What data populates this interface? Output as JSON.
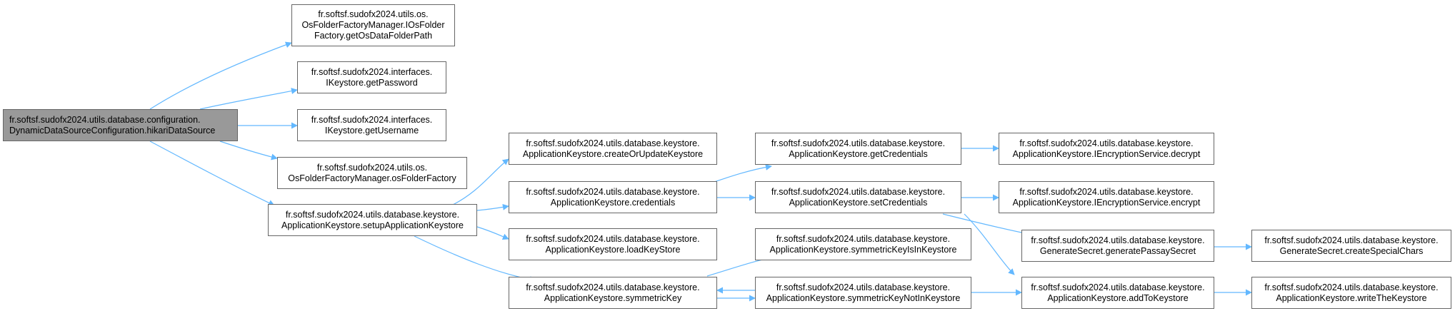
{
  "colors": {
    "edge": "#63b8ff",
    "node_border": "#666666",
    "root_fill": "#999999",
    "node_fill": "#ffffff"
  },
  "nodes": {
    "root": {
      "lines": [
        "fr.softsf.sudofx2024.utils.database.configuration.",
        "DynamicDataSourceConfiguration.hikariDataSource"
      ]
    },
    "get_os_data_folder_path": {
      "lines": [
        "fr.softsf.sudofx2024.utils.os.",
        "OsFolderFactoryManager.IOsFolder",
        "Factory.getOsDataFolderPath"
      ]
    },
    "get_password": {
      "lines": [
        "fr.softsf.sudofx2024.interfaces.",
        "IKeystore.getPassword"
      ]
    },
    "get_username": {
      "lines": [
        "fr.softsf.sudofx2024.interfaces.",
        "IKeystore.getUsername"
      ]
    },
    "os_folder_factory": {
      "lines": [
        "fr.softsf.sudofx2024.utils.os.",
        "OsFolderFactoryManager.osFolderFactory"
      ]
    },
    "setup_application_keystore": {
      "lines": [
        "fr.softsf.sudofx2024.utils.database.keystore.",
        "ApplicationKeystore.setupApplicationKeystore"
      ]
    },
    "create_or_update_keystore": {
      "lines": [
        "fr.softsf.sudofx2024.utils.database.keystore.",
        "ApplicationKeystore.createOrUpdateKeystore"
      ]
    },
    "credentials": {
      "lines": [
        "fr.softsf.sudofx2024.utils.database.keystore.",
        "ApplicationKeystore.credentials"
      ]
    },
    "load_key_store": {
      "lines": [
        "fr.softsf.sudofx2024.utils.database.keystore.",
        "ApplicationKeystore.loadKeyStore"
      ]
    },
    "symmetric_key": {
      "lines": [
        "fr.softsf.sudofx2024.utils.database.keystore.",
        "ApplicationKeystore.symmetricKey"
      ]
    },
    "get_credentials": {
      "lines": [
        "fr.softsf.sudofx2024.utils.database.keystore.",
        "ApplicationKeystore.getCredentials"
      ]
    },
    "set_credentials": {
      "lines": [
        "fr.softsf.sudofx2024.utils.database.keystore.",
        "ApplicationKeystore.setCredentials"
      ]
    },
    "symmetric_key_is_in_keystore": {
      "lines": [
        "fr.softsf.sudofx2024.utils.database.keystore.",
        "ApplicationKeystore.symmetricKeyIsInKeystore"
      ]
    },
    "symmetric_key_not_in_keystore": {
      "lines": [
        "fr.softsf.sudofx2024.utils.database.keystore.",
        "ApplicationKeystore.symmetricKeyNotInKeystore"
      ]
    },
    "decrypt": {
      "lines": [
        "fr.softsf.sudofx2024.utils.database.keystore.",
        "ApplicationKeystore.IEncryptionService.decrypt"
      ]
    },
    "encrypt": {
      "lines": [
        "fr.softsf.sudofx2024.utils.database.keystore.",
        "ApplicationKeystore.IEncryptionService.encrypt"
      ]
    },
    "generate_passay_secret": {
      "lines": [
        "fr.softsf.sudofx2024.utils.database.keystore.",
        "GenerateSecret.generatePassaySecret"
      ]
    },
    "add_to_keystore": {
      "lines": [
        "fr.softsf.sudofx2024.utils.database.keystore.",
        "ApplicationKeystore.addToKeystore"
      ]
    },
    "create_special_chars": {
      "lines": [
        "fr.softsf.sudofx2024.utils.database.keystore.",
        "GenerateSecret.createSpecialChars"
      ]
    },
    "write_the_keystore": {
      "lines": [
        "fr.softsf.sudofx2024.utils.database.keystore.",
        "ApplicationKeystore.writeTheKeystore"
      ]
    }
  }
}
